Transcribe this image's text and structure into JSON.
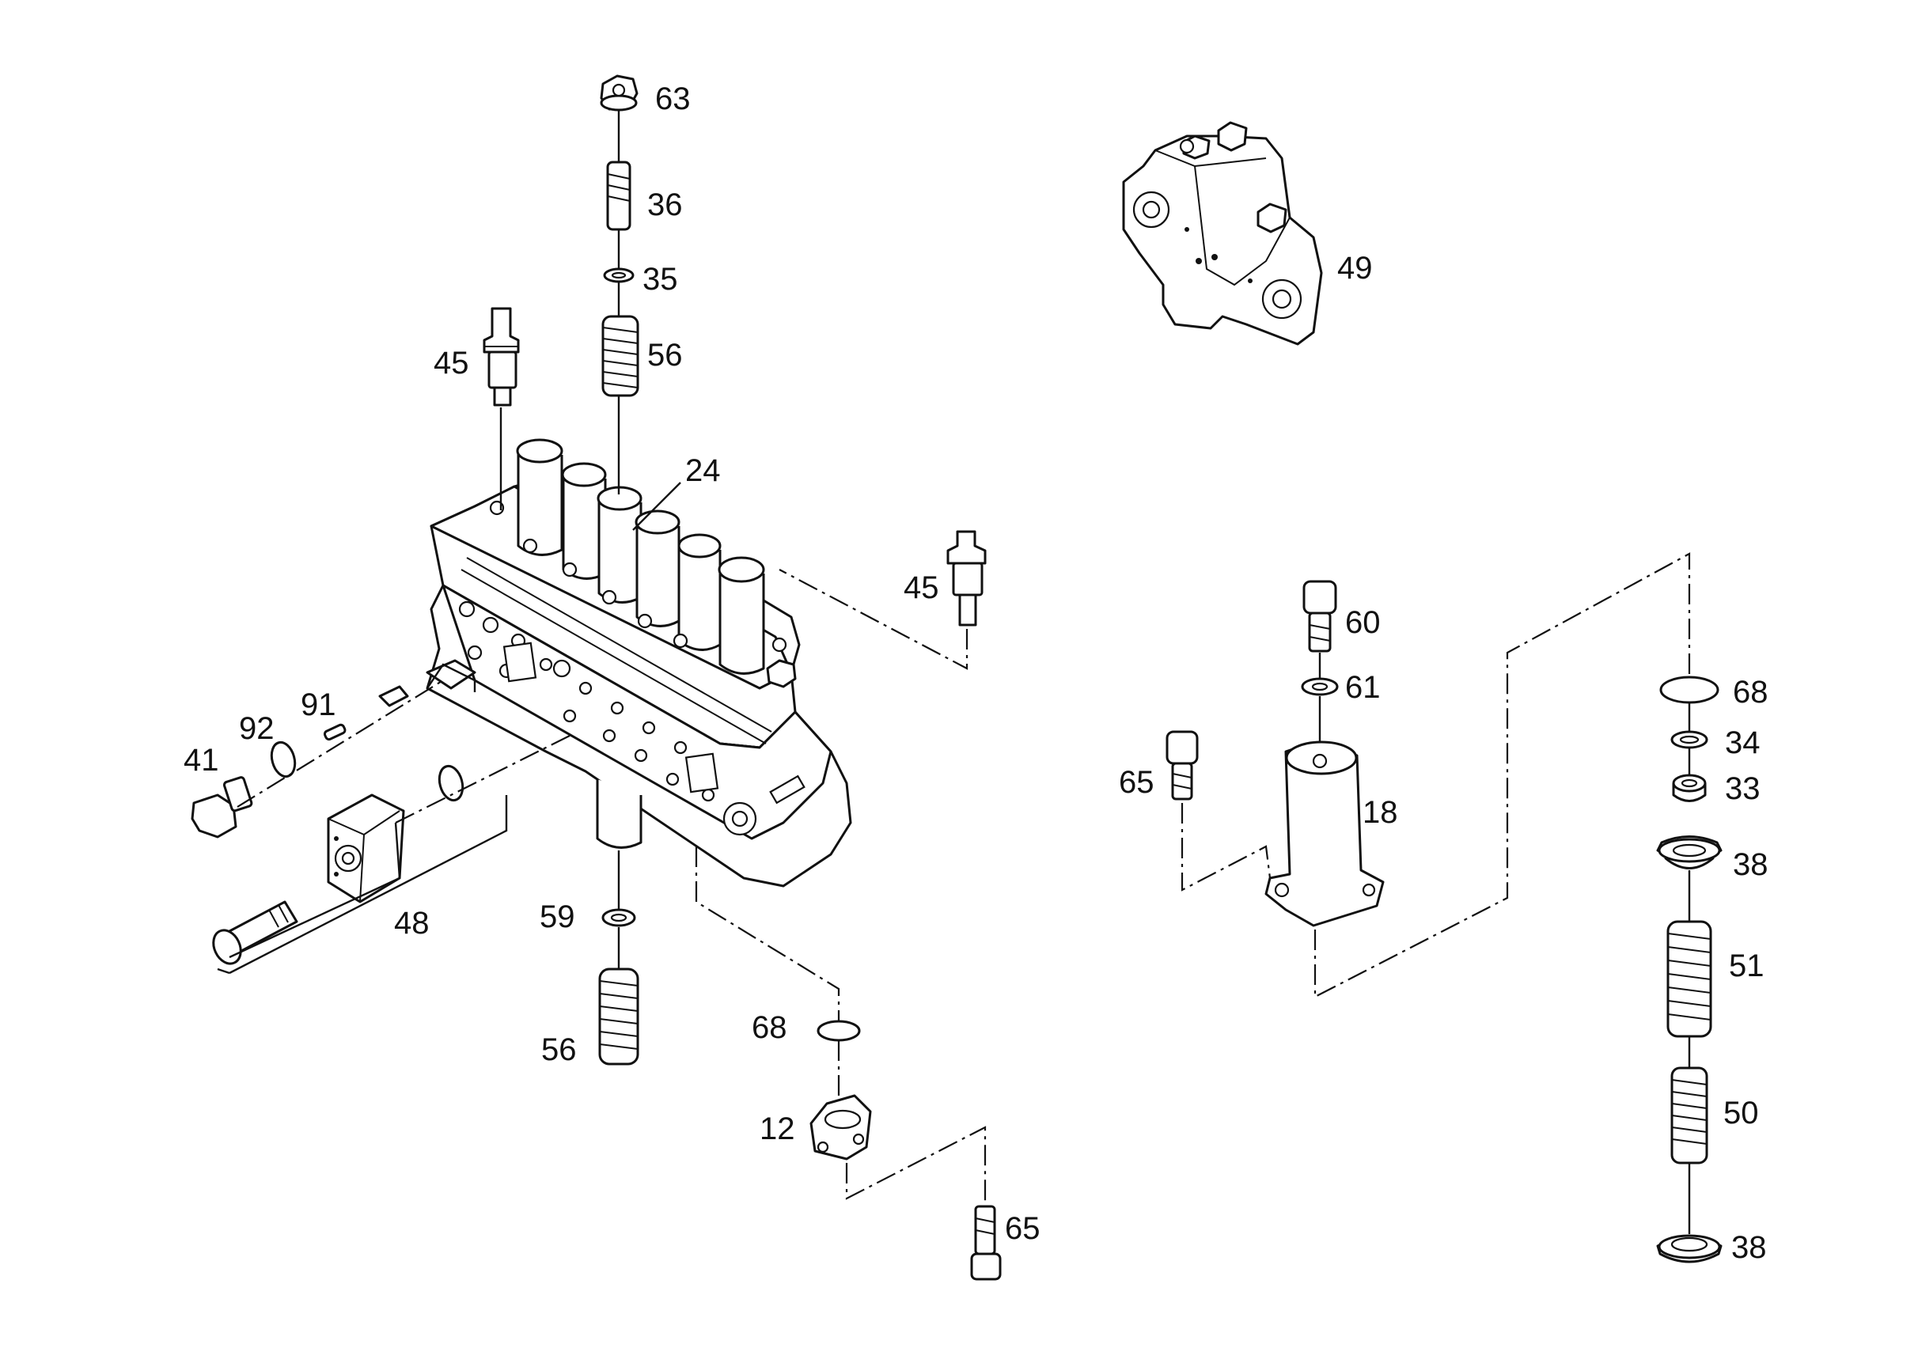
{
  "callouts": {
    "c63": "63",
    "c36": "36",
    "c35": "35",
    "c56_top": "56",
    "c45_left": "45",
    "c24": "24",
    "c45_right": "45",
    "c49": "49",
    "c60": "60",
    "c61": "61",
    "c68_right": "68",
    "c34": "34",
    "c65_mid": "65",
    "c18": "18",
    "c33": "33",
    "c38_top": "38",
    "c51": "51",
    "c50": "50",
    "c38_bottom": "38",
    "c91": "91",
    "c92": "92",
    "c41": "41",
    "c48": "48",
    "c59": "59",
    "c56_bottom": "56",
    "c68_left": "68",
    "c12": "12",
    "c65_bottom": "65"
  }
}
